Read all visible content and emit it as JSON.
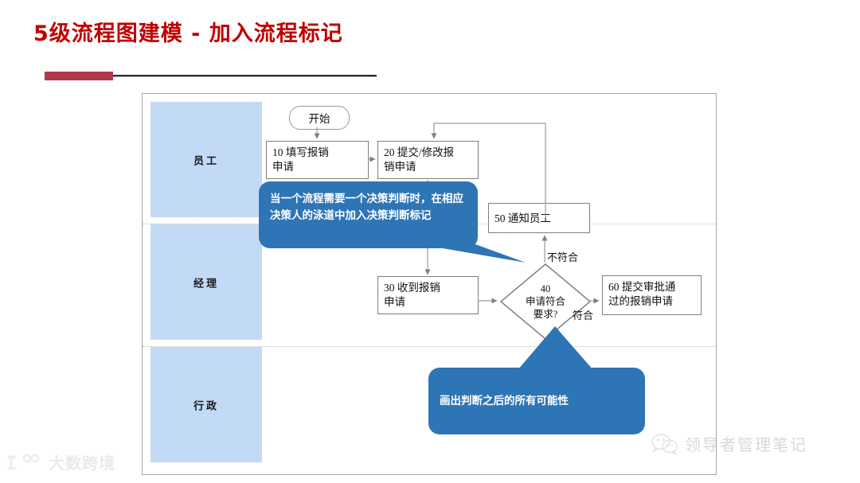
{
  "slide": {
    "title": "5级流程图建模  -  加入流程标记"
  },
  "diagram": {
    "lanes": [
      {
        "label": "员工"
      },
      {
        "label": "经理"
      },
      {
        "label": "行政"
      }
    ],
    "nodes": {
      "start": "开始",
      "n10": "10 填写报销\n申请",
      "n20": "20 提交/修改报\n销申请",
      "n30": "30 收到报销\n申请",
      "n40_num": "40",
      "n40_line1": "申请符合",
      "n40_line2": "要求?",
      "n50": "50 通知员工",
      "n60": "60 提交审批通\n过的报销申请"
    },
    "edge_labels": {
      "no": "不符合",
      "yes": "符合"
    },
    "callouts": [
      {
        "text": "当一个流程需要一个决策判断时，在相应决策人的泳道中加入决策判断标记"
      },
      {
        "text": "画出判断之后的所有可能性"
      }
    ]
  },
  "watermarks": {
    "bottom_right": "领导者管理笔记",
    "bottom_left": "大数跨境"
  },
  "colors": {
    "title_red": "#C00000",
    "rule_red": "#B03A4A",
    "lane_fill": "#C3DAF7",
    "callout_blue": "#2E75B6",
    "node_border": "#7F7F7F"
  }
}
